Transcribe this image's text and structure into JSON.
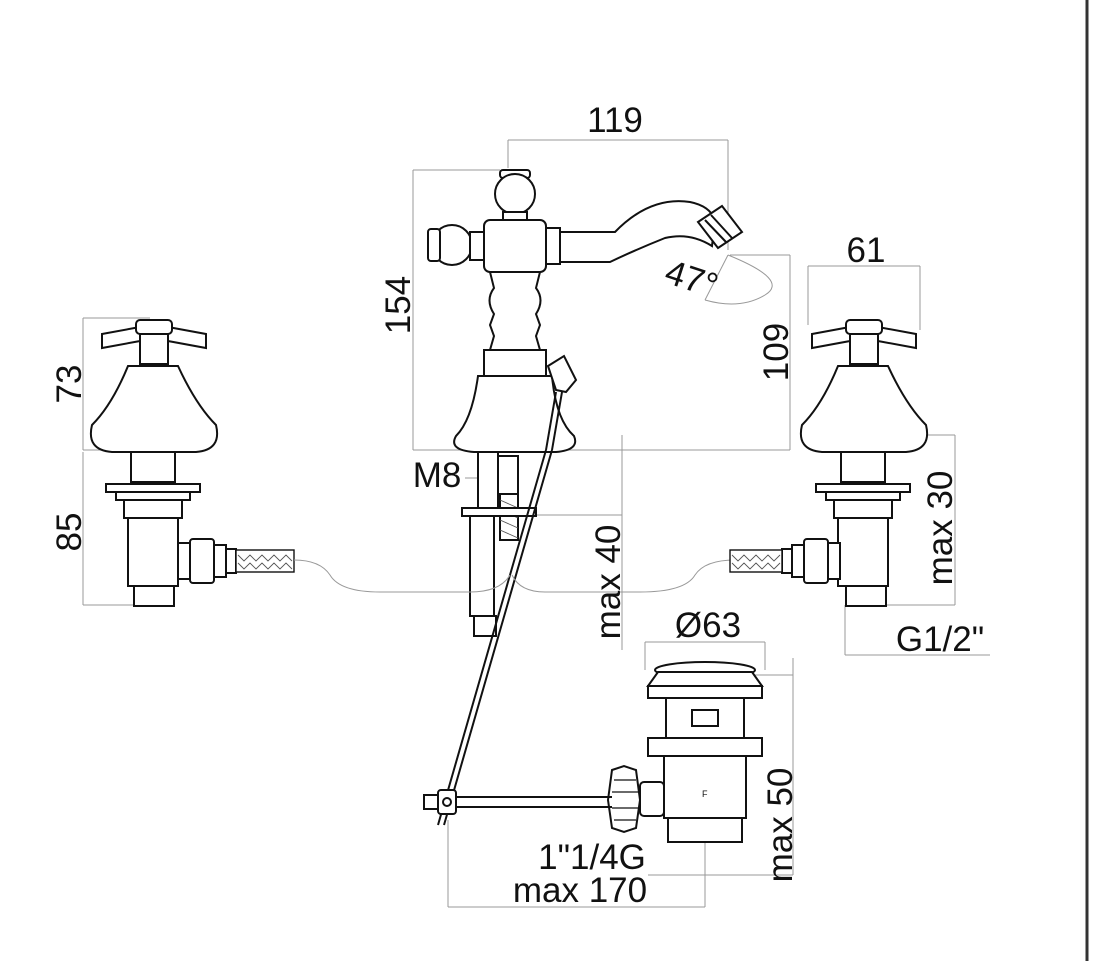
{
  "dimensions": {
    "spout_reach": "119",
    "mixer_height": "154",
    "spray_angle": "47°",
    "spout_height": "109",
    "handle_width": "61",
    "tap_height": "73",
    "tap_body": "85",
    "thread_m8": "M8",
    "deck_max_40": "max 40",
    "deck_max_30": "max 30",
    "inlet_thread": "G1/2\"",
    "waste_diameter": "Ø63",
    "waste_max_50": "max 50",
    "waste_thread": "1\"1/4G",
    "rod_max_170": "max 170"
  },
  "colors": {
    "line": "#111111",
    "dimension_line": "#999999",
    "frame": "#333333"
  }
}
